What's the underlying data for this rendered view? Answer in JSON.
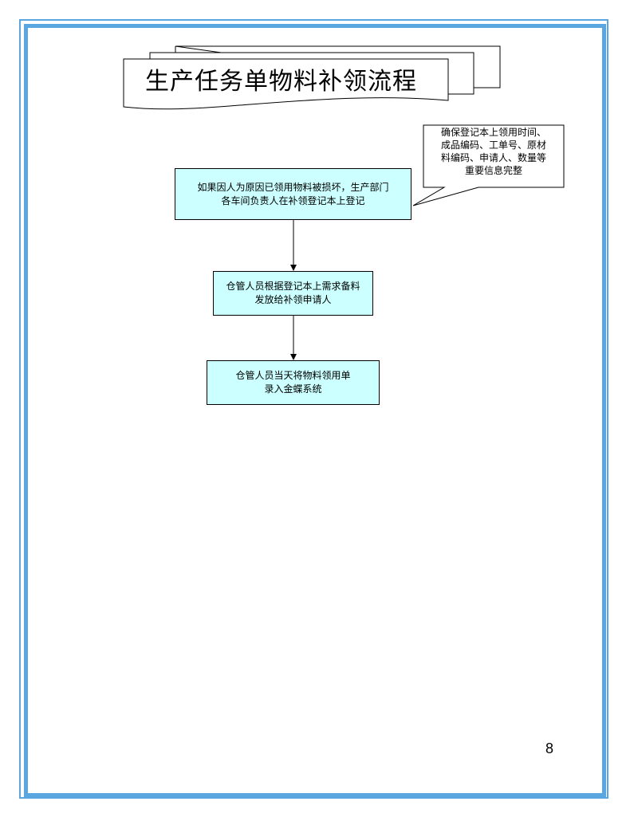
{
  "title": "生产任务单物料补领流程",
  "callout": {
    "lines": [
      "确保登记本上领用时间、",
      "成品编码、工单号、原材",
      "料编码、申请人、数量等",
      "重要信息完整"
    ]
  },
  "steps": [
    {
      "lines": [
        "如果因人为原因已领用物料被损坏，生产部门",
        "各车间负责人在补领登记本上登记"
      ]
    },
    {
      "lines": [
        "仓管人员根据登记本上需求备料",
        "发放给补领申请人"
      ]
    },
    {
      "lines": [
        "仓管人员当天将物料领用单",
        "录入金蝶系统"
      ]
    }
  ],
  "page_number": "8",
  "colors": {
    "frame": "#5aa6e0",
    "box_fill": "#ccffff",
    "line": "#000000"
  }
}
